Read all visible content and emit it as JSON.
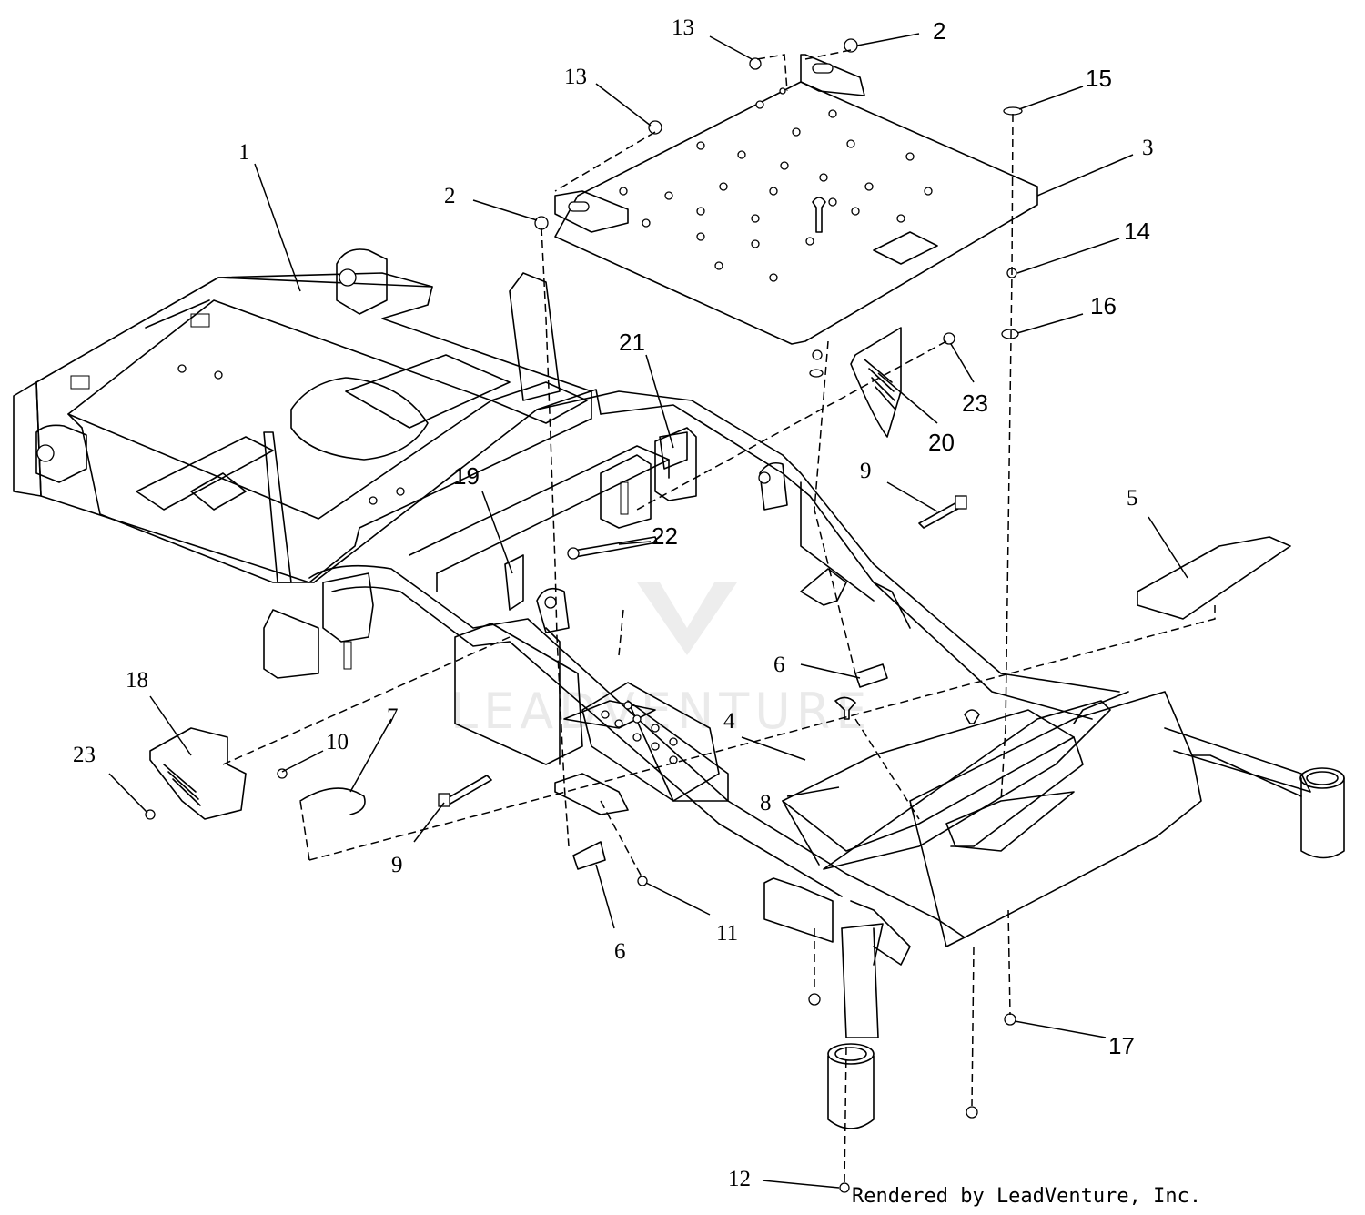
{
  "diagram": {
    "credit": "Rendered by LeadVenture, Inc.",
    "watermark": "LEADVENTURE",
    "callouts": [
      {
        "id": "c13a",
        "label": "13"
      },
      {
        "id": "c2a",
        "label": "2"
      },
      {
        "id": "c13b",
        "label": "13"
      },
      {
        "id": "c15",
        "label": "15"
      },
      {
        "id": "c1",
        "label": "1"
      },
      {
        "id": "c3",
        "label": "3"
      },
      {
        "id": "c2b",
        "label": "2"
      },
      {
        "id": "c14",
        "label": "14"
      },
      {
        "id": "c16",
        "label": "16"
      },
      {
        "id": "c21",
        "label": "21"
      },
      {
        "id": "c23a",
        "label": "23"
      },
      {
        "id": "c20",
        "label": "20"
      },
      {
        "id": "c9a",
        "label": "9"
      },
      {
        "id": "c5",
        "label": "5"
      },
      {
        "id": "c19",
        "label": "19"
      },
      {
        "id": "c22",
        "label": "22"
      },
      {
        "id": "c6a",
        "label": "6"
      },
      {
        "id": "c18",
        "label": "18"
      },
      {
        "id": "c7",
        "label": "7"
      },
      {
        "id": "c4",
        "label": "4"
      },
      {
        "id": "c10",
        "label": "10"
      },
      {
        "id": "c23b",
        "label": "23"
      },
      {
        "id": "c8",
        "label": "8"
      },
      {
        "id": "c9b",
        "label": "9"
      },
      {
        "id": "c6b",
        "label": "6"
      },
      {
        "id": "c11",
        "label": "11"
      },
      {
        "id": "c17",
        "label": "17"
      },
      {
        "id": "c12",
        "label": "12"
      }
    ]
  }
}
